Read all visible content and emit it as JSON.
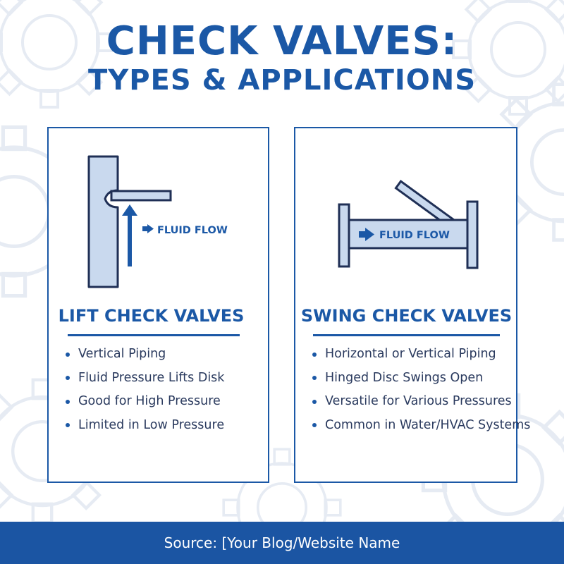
{
  "header": {
    "title_line1": "CHECK VALVES:",
    "title_line2": "TYPES & APPLICATIONS"
  },
  "cards": [
    {
      "title": "LIFT CHECK VALVES",
      "flow_label": "FLUID FLOW",
      "bullets": [
        "Vertical Piping",
        "Fluid Pressure Lifts Disk",
        "Good for High Pressure",
        "Limited in Low Pressure"
      ]
    },
    {
      "title": "SWING CHECK VALVES",
      "flow_label": "FLUID FLOW",
      "bullets": [
        "Horizontal or Vertical Piping",
        "Hinged Disc Swings Open",
        "Versatile for Various Pressures",
        "Common in Water/HVAC Systems"
      ]
    }
  ],
  "footer": {
    "source": "Source: [Your Blog/Website Name"
  },
  "colors": {
    "primary": "#1b58a6",
    "outline": "#1f2f55",
    "pipe_fill": "#c9d9ee",
    "footer_bg": "#1b55a3",
    "gear_watermark": "#e6ebf3"
  },
  "icons": {
    "background": "gear-icon",
    "flow": "arrow-right-icon"
  }
}
